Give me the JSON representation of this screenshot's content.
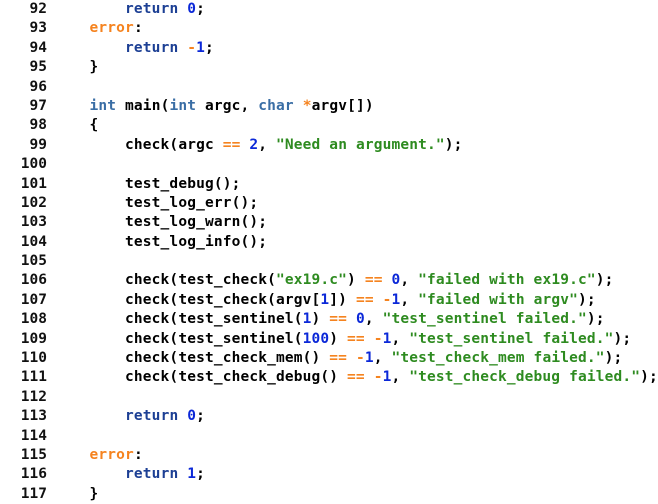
{
  "editor": {
    "name": "source-code-listing",
    "language": "c",
    "background_color": "#ffffff",
    "first_line_number": 92,
    "last_line_number": 117,
    "palette": {
      "plain": "#000000",
      "keyword": "#1c3f94",
      "type": "#3a6ea5",
      "number": "#0b28d8",
      "operator": "#f5831f",
      "label": "#f5831f",
      "string": "#2e8b20",
      "line_number": "#111111"
    }
  },
  "lines": [
    {
      "number": "92",
      "tokens": [
        {
          "t": "        ",
          "c": "plain"
        },
        {
          "t": "return",
          "c": "kw"
        },
        {
          "t": " ",
          "c": "plain"
        },
        {
          "t": "0",
          "c": "num"
        },
        {
          "t": ";",
          "c": "punct"
        }
      ]
    },
    {
      "number": "93",
      "tokens": [
        {
          "t": "    ",
          "c": "plain"
        },
        {
          "t": "error",
          "c": "label"
        },
        {
          "t": ":",
          "c": "punct"
        }
      ]
    },
    {
      "number": "94",
      "tokens": [
        {
          "t": "        ",
          "c": "plain"
        },
        {
          "t": "return",
          "c": "kw"
        },
        {
          "t": " ",
          "c": "plain"
        },
        {
          "t": "-",
          "c": "op"
        },
        {
          "t": "1",
          "c": "num"
        },
        {
          "t": ";",
          "c": "punct"
        }
      ]
    },
    {
      "number": "95",
      "tokens": [
        {
          "t": "    ",
          "c": "plain"
        },
        {
          "t": "}",
          "c": "punct"
        }
      ]
    },
    {
      "number": "96",
      "tokens": []
    },
    {
      "number": "97",
      "tokens": [
        {
          "t": "    ",
          "c": "plain"
        },
        {
          "t": "int",
          "c": "type"
        },
        {
          "t": " main(",
          "c": "plain"
        },
        {
          "t": "int",
          "c": "type"
        },
        {
          "t": " argc, ",
          "c": "plain"
        },
        {
          "t": "char",
          "c": "type"
        },
        {
          "t": " ",
          "c": "plain"
        },
        {
          "t": "*",
          "c": "op"
        },
        {
          "t": "argv[])",
          "c": "plain"
        }
      ]
    },
    {
      "number": "98",
      "tokens": [
        {
          "t": "    ",
          "c": "plain"
        },
        {
          "t": "{",
          "c": "punct"
        }
      ]
    },
    {
      "number": "99",
      "tokens": [
        {
          "t": "        check(argc ",
          "c": "plain"
        },
        {
          "t": "==",
          "c": "op"
        },
        {
          "t": " ",
          "c": "plain"
        },
        {
          "t": "2",
          "c": "num"
        },
        {
          "t": ", ",
          "c": "plain"
        },
        {
          "t": "\"Need an argument.\"",
          "c": "str"
        },
        {
          "t": ");",
          "c": "punct"
        }
      ]
    },
    {
      "number": "100",
      "tokens": []
    },
    {
      "number": "101",
      "tokens": [
        {
          "t": "        test_debug();",
          "c": "plain"
        }
      ]
    },
    {
      "number": "102",
      "tokens": [
        {
          "t": "        test_log_err();",
          "c": "plain"
        }
      ]
    },
    {
      "number": "103",
      "tokens": [
        {
          "t": "        test_log_warn();",
          "c": "plain"
        }
      ]
    },
    {
      "number": "104",
      "tokens": [
        {
          "t": "        test_log_info();",
          "c": "plain"
        }
      ]
    },
    {
      "number": "105",
      "tokens": []
    },
    {
      "number": "106",
      "tokens": [
        {
          "t": "        check(test_check(",
          "c": "plain"
        },
        {
          "t": "\"ex19.c\"",
          "c": "str"
        },
        {
          "t": ") ",
          "c": "plain"
        },
        {
          "t": "==",
          "c": "op"
        },
        {
          "t": " ",
          "c": "plain"
        },
        {
          "t": "0",
          "c": "num"
        },
        {
          "t": ", ",
          "c": "plain"
        },
        {
          "t": "\"failed with ex19.c\"",
          "c": "str"
        },
        {
          "t": ");",
          "c": "punct"
        }
      ]
    },
    {
      "number": "107",
      "tokens": [
        {
          "t": "        check(test_check(argv[",
          "c": "plain"
        },
        {
          "t": "1",
          "c": "num"
        },
        {
          "t": "]) ",
          "c": "plain"
        },
        {
          "t": "==",
          "c": "op"
        },
        {
          "t": " ",
          "c": "plain"
        },
        {
          "t": "-",
          "c": "op"
        },
        {
          "t": "1",
          "c": "num"
        },
        {
          "t": ", ",
          "c": "plain"
        },
        {
          "t": "\"failed with argv\"",
          "c": "str"
        },
        {
          "t": ");",
          "c": "punct"
        }
      ]
    },
    {
      "number": "108",
      "tokens": [
        {
          "t": "        check(test_sentinel(",
          "c": "plain"
        },
        {
          "t": "1",
          "c": "num"
        },
        {
          "t": ") ",
          "c": "plain"
        },
        {
          "t": "==",
          "c": "op"
        },
        {
          "t": " ",
          "c": "plain"
        },
        {
          "t": "0",
          "c": "num"
        },
        {
          "t": ", ",
          "c": "plain"
        },
        {
          "t": "\"test_sentinel failed.\"",
          "c": "str"
        },
        {
          "t": ");",
          "c": "punct"
        }
      ]
    },
    {
      "number": "109",
      "tokens": [
        {
          "t": "        check(test_sentinel(",
          "c": "plain"
        },
        {
          "t": "100",
          "c": "num"
        },
        {
          "t": ") ",
          "c": "plain"
        },
        {
          "t": "==",
          "c": "op"
        },
        {
          "t": " ",
          "c": "plain"
        },
        {
          "t": "-",
          "c": "op"
        },
        {
          "t": "1",
          "c": "num"
        },
        {
          "t": ", ",
          "c": "plain"
        },
        {
          "t": "\"test_sentinel failed.\"",
          "c": "str"
        },
        {
          "t": ");",
          "c": "punct"
        }
      ]
    },
    {
      "number": "110",
      "tokens": [
        {
          "t": "        check(test_check_mem() ",
          "c": "plain"
        },
        {
          "t": "==",
          "c": "op"
        },
        {
          "t": " ",
          "c": "plain"
        },
        {
          "t": "-",
          "c": "op"
        },
        {
          "t": "1",
          "c": "num"
        },
        {
          "t": ", ",
          "c": "plain"
        },
        {
          "t": "\"test_check_mem failed.\"",
          "c": "str"
        },
        {
          "t": ");",
          "c": "punct"
        }
      ]
    },
    {
      "number": "111",
      "tokens": [
        {
          "t": "        check(test_check_debug() ",
          "c": "plain"
        },
        {
          "t": "==",
          "c": "op"
        },
        {
          "t": " ",
          "c": "plain"
        },
        {
          "t": "-",
          "c": "op"
        },
        {
          "t": "1",
          "c": "num"
        },
        {
          "t": ", ",
          "c": "plain"
        },
        {
          "t": "\"test_check_debug failed.\"",
          "c": "str"
        },
        {
          "t": ");",
          "c": "punct"
        }
      ]
    },
    {
      "number": "112",
      "tokens": []
    },
    {
      "number": "113",
      "tokens": [
        {
          "t": "        ",
          "c": "plain"
        },
        {
          "t": "return",
          "c": "kw"
        },
        {
          "t": " ",
          "c": "plain"
        },
        {
          "t": "0",
          "c": "num"
        },
        {
          "t": ";",
          "c": "punct"
        }
      ]
    },
    {
      "number": "114",
      "tokens": []
    },
    {
      "number": "115",
      "tokens": [
        {
          "t": "    ",
          "c": "plain"
        },
        {
          "t": "error",
          "c": "label"
        },
        {
          "t": ":",
          "c": "punct"
        }
      ]
    },
    {
      "number": "116",
      "tokens": [
        {
          "t": "        ",
          "c": "plain"
        },
        {
          "t": "return",
          "c": "kw"
        },
        {
          "t": " ",
          "c": "plain"
        },
        {
          "t": "1",
          "c": "num"
        },
        {
          "t": ";",
          "c": "punct"
        }
      ]
    },
    {
      "number": "117",
      "tokens": [
        {
          "t": "    ",
          "c": "plain"
        },
        {
          "t": "}",
          "c": "punct"
        }
      ]
    }
  ]
}
